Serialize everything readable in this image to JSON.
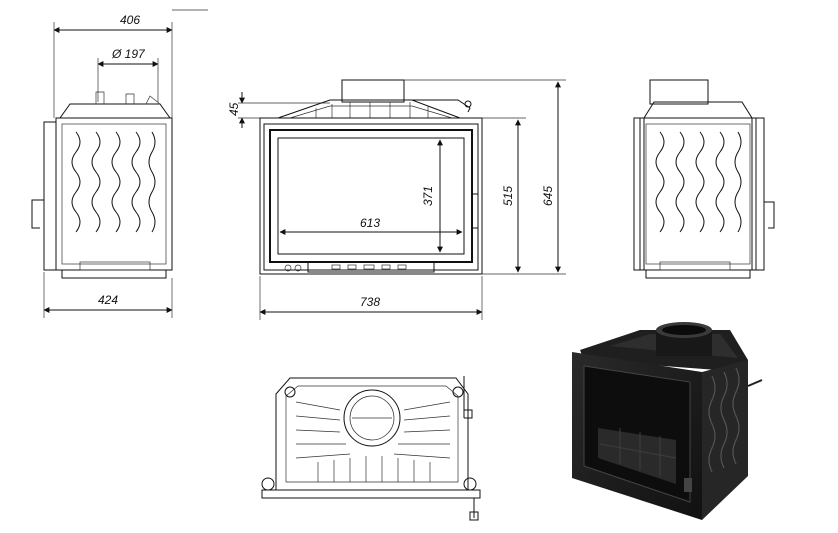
{
  "dimensions": {
    "side_depth_top": "406",
    "flue_diameter": "Ø 197",
    "side_depth_bottom": "424",
    "front_top_offset": "45",
    "glass_height": "371",
    "glass_width": "613",
    "door_height": "515",
    "total_height": "645",
    "total_width": "738"
  },
  "colors": {
    "line": "#111111",
    "body": "#1a1a1a",
    "body_light": "#3a3a3a"
  }
}
